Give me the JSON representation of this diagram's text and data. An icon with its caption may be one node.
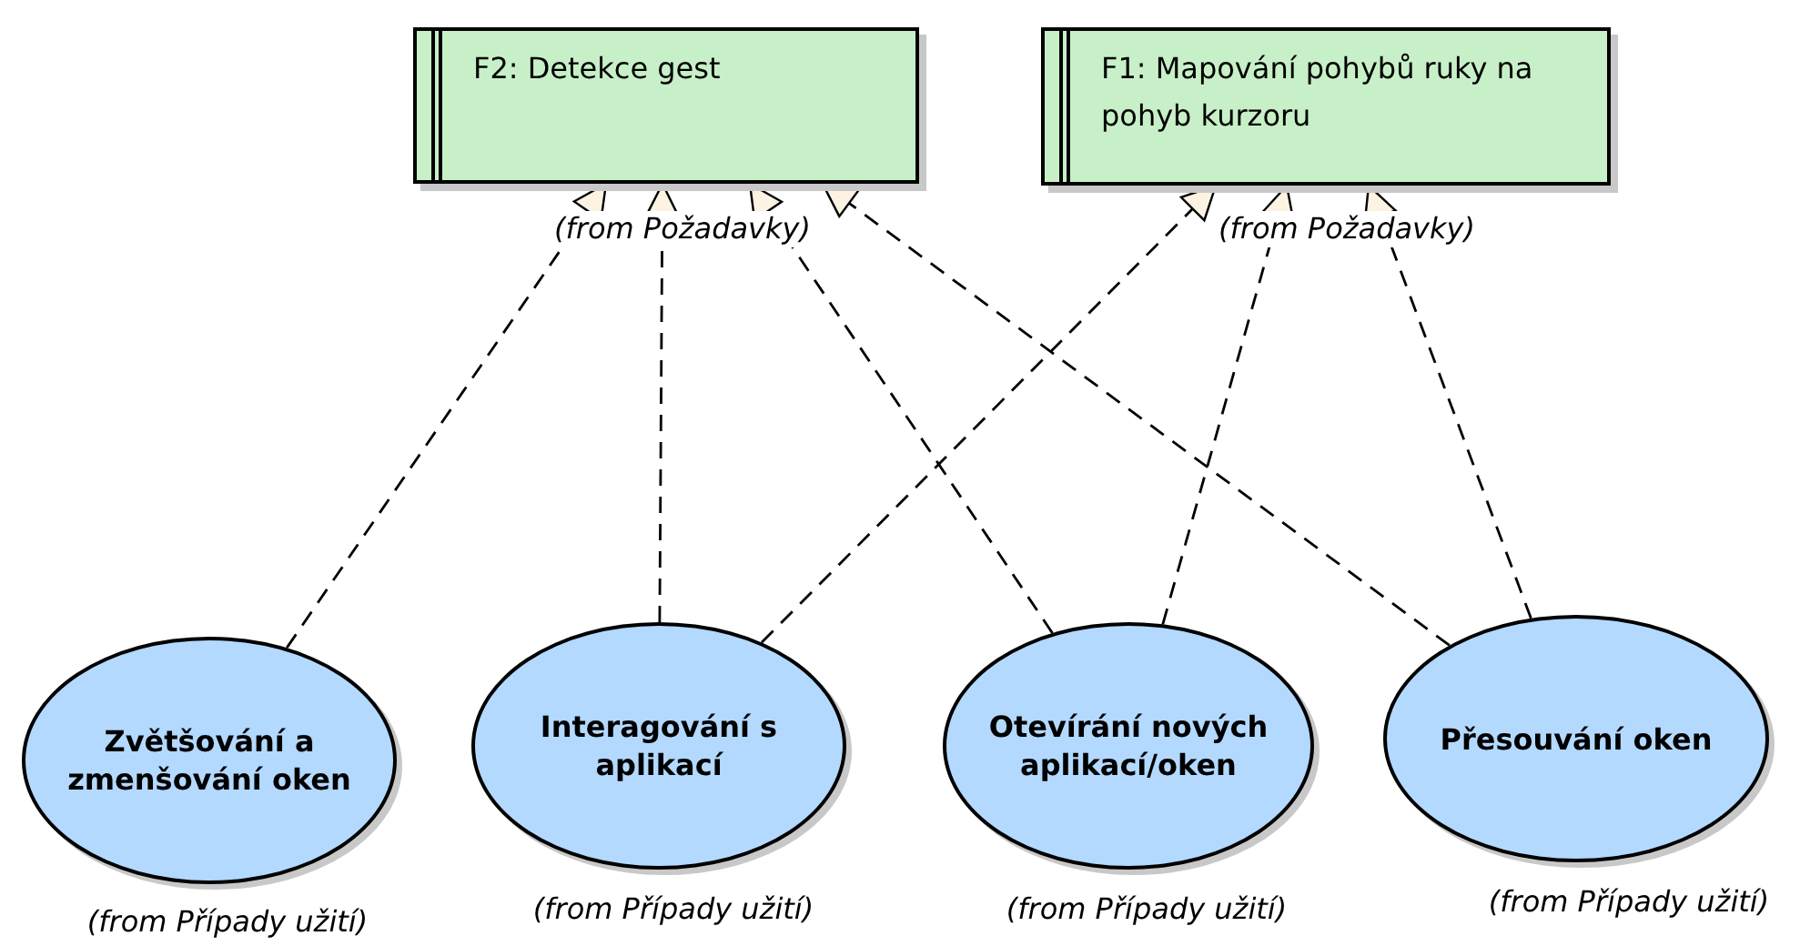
{
  "diagram": {
    "nodes": [
      {
        "text": [
          "F2: Detekce gest"
        ],
        "beside": [
          "(from Požadavky)"
        ]
      },
      {
        "text": [
          "F1: Mapování pohybů ruky na pohyb kurzoru"
        ],
        "beside": [
          "(from Požadavky)"
        ]
      },
      {
        "text": [
          "Zvětšování a zmenšování oken"
        ],
        "beside": [
          "(from Případy užití)"
        ]
      },
      {
        "text": [
          "Interagování s aplikací"
        ],
        "beside": [
          "(from Případy užití)"
        ]
      },
      {
        "text": [
          "Otevírání nových aplikací/oken"
        ],
        "beside": [
          "(from Případy užití)"
        ]
      },
      {
        "text": [
          "Přesouvání oken"
        ],
        "beside": [
          "(from Případy užití)"
        ]
      }
    ],
    "edges": [
      {
        "from": 2,
        "to": 0,
        "arrow": "to",
        "style": "dashed"
      },
      {
        "from": 3,
        "to": 0,
        "arrow": "to",
        "style": "dashed"
      },
      {
        "from": 4,
        "to": 0,
        "arrow": "to",
        "style": "dashed"
      },
      {
        "from": 5,
        "to": 0,
        "arrow": "to",
        "style": "dashed"
      },
      {
        "from": 3,
        "to": 1,
        "arrow": "to",
        "style": "dashed"
      },
      {
        "from": 4,
        "to": 1,
        "arrow": "to",
        "style": "dashed"
      },
      {
        "from": 5,
        "to": 1,
        "arrow": "to",
        "style": "dashed"
      }
    ]
  }
}
